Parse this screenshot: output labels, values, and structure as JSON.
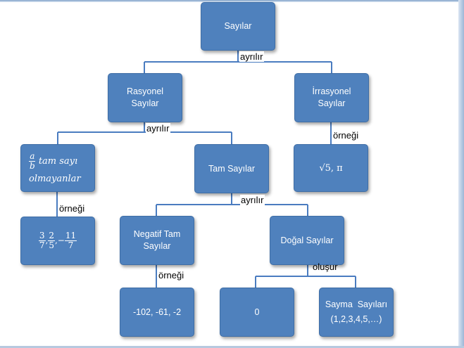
{
  "nodes": {
    "sayilar": "Sayılar",
    "rasyonel": [
      "Rasyonel",
      "Sayılar"
    ],
    "irrasyonel": [
      "İrrasyonel",
      "Sayılar"
    ],
    "ab_tam_sayi": {
      "frac_num": "a",
      "frac_den": "b",
      "rest_line1": "tam sayı",
      "line2": "olmayanlar"
    },
    "tam_sayilar": "Tam Sayılar",
    "irr_example": "√5, π",
    "rational_examples": {
      "f1_num": "3",
      "f1_den": "7",
      "f2_num": "2",
      "f2_den": "5",
      "sep": ",",
      "neg": "−",
      "f3_num": "11",
      "f3_den": "7"
    },
    "negatif": [
      "Negatif Tam",
      "Sayılar"
    ],
    "dogal": "Doğal Sayılar",
    "neg_example": "-102, -61, -2",
    "zero": "0",
    "sayma": [
      "Sayma  Sayıları",
      "(1,2,3,4,5,…)"
    ]
  },
  "edge_labels": {
    "ayrilir_1": "ayrılır",
    "ayrilir_2": "ayrılır",
    "ayrilir_3": "ayrılır",
    "ornegi_1": "örneği",
    "ornegi_2": "örneği",
    "ornegi_3": "örneği",
    "olusur": "oluşur"
  },
  "colors": {
    "box_fill": "#4f81bd",
    "box_border": "#3f6ea6",
    "connector": "#4a7cc0",
    "text": "#ffffff"
  }
}
